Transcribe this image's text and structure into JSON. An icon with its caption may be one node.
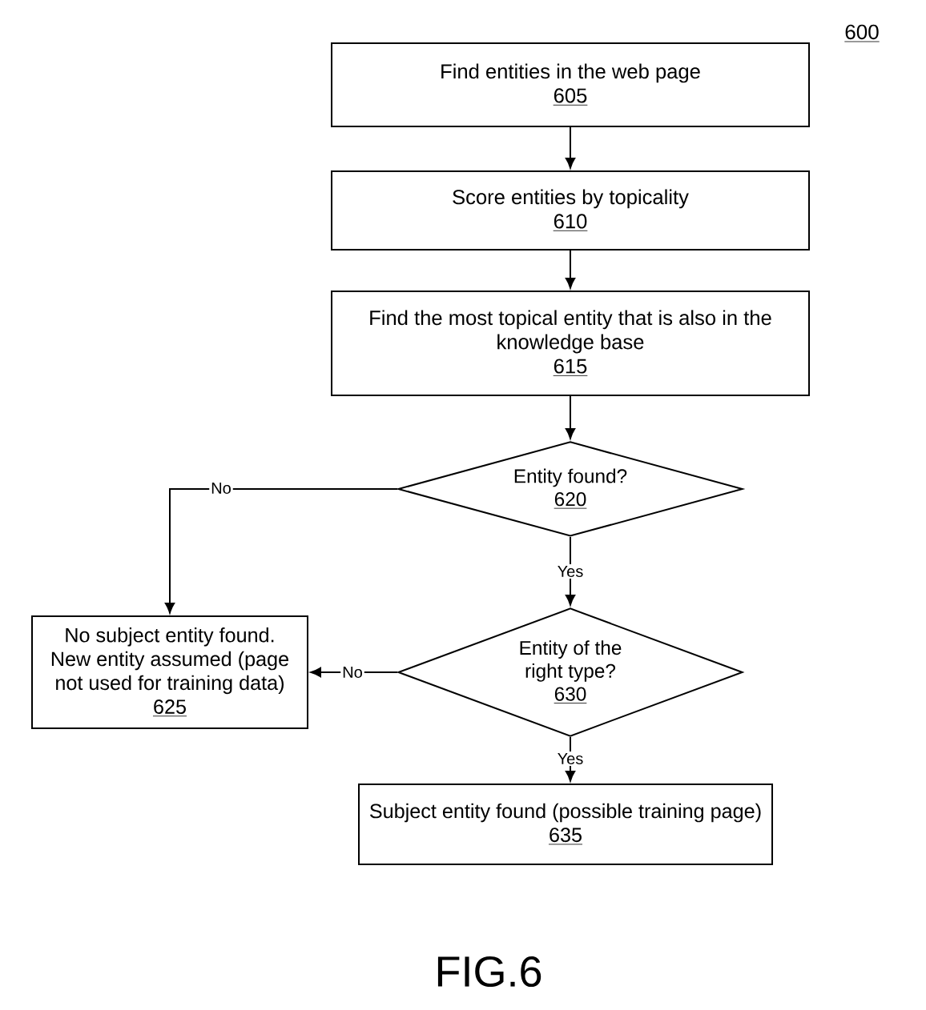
{
  "diagram": {
    "caption": "FIG.6",
    "nodes": [
      {
        "text": [
          "Find entities in the web page",
          "605"
        ]
      },
      {
        "text": [
          "Score entities by topicality",
          "610"
        ]
      },
      {
        "text": [
          "Find the most topical entity that is also in the knowledge base",
          "615"
        ]
      },
      {
        "text": [
          "Entity found?",
          "620"
        ]
      },
      {
        "text": [
          "No subject entity found. New entity assumed (page not used for training data)",
          "625"
        ]
      },
      {
        "text": [
          "Entity of the right type?",
          "630"
        ]
      },
      {
        "text": [
          "Subject entity found (possible training page)",
          "635"
        ]
      }
    ],
    "edges": [
      {
        "from": 0,
        "to": 1,
        "arrow": "to"
      },
      {
        "from": 1,
        "to": 2,
        "arrow": "to"
      },
      {
        "from": 2,
        "to": 3,
        "arrow": "to"
      },
      {
        "from": 3,
        "to": 4,
        "arrow": "to",
        "label": "No"
      },
      {
        "from": 3,
        "to": 5,
        "arrow": "to",
        "label": "Yes"
      },
      {
        "from": 5,
        "to": 4,
        "arrow": "to",
        "label": "No"
      },
      {
        "from": 5,
        "to": 6,
        "arrow": "to",
        "label": "Yes"
      }
    ],
    "labels": [
      "600"
    ]
  }
}
